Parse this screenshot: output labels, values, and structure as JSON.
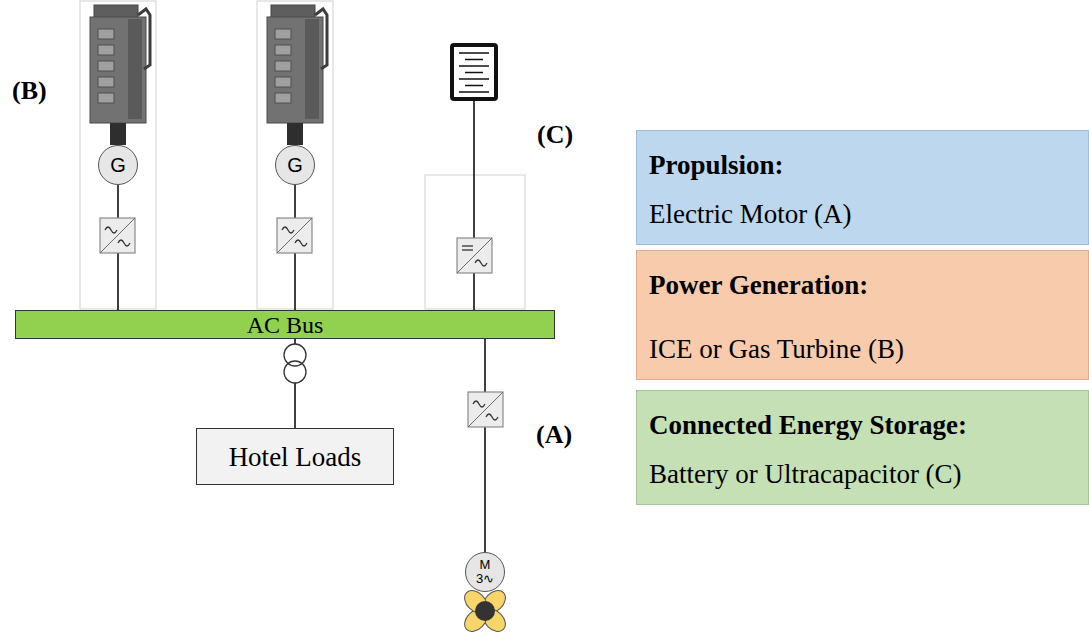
{
  "diagram": {
    "nodes": [
      {
        "text": [
          "G"
        ]
      },
      {
        "text": [
          "G"
        ]
      },
      {
        "text": [
          "AC Bus"
        ]
      },
      {
        "text": [
          "Hotel Loads"
        ]
      },
      {
        "text": [
          "M 3∿"
        ]
      },
      {
        "text": [
          "Propulsion:",
          "Electric Motor (A)"
        ]
      },
      {
        "text": [
          "Power Generation:",
          "ICE or Gas Turbine (B)"
        ]
      },
      {
        "text": [
          "Connected Energy Storage:",
          "Battery or Ultracapacitor (C)"
        ]
      }
    ],
    "edges": [
      {
        "from": 0,
        "to": 2,
        "arrow": "none"
      },
      {
        "from": 1,
        "to": 2,
        "arrow": "none"
      },
      {
        "from": 2,
        "to": 3,
        "arrow": "none"
      },
      {
        "from": 2,
        "to": 4,
        "arrow": "none"
      }
    ],
    "labels": [
      "(B)",
      "(C)",
      "(A)"
    ]
  }
}
